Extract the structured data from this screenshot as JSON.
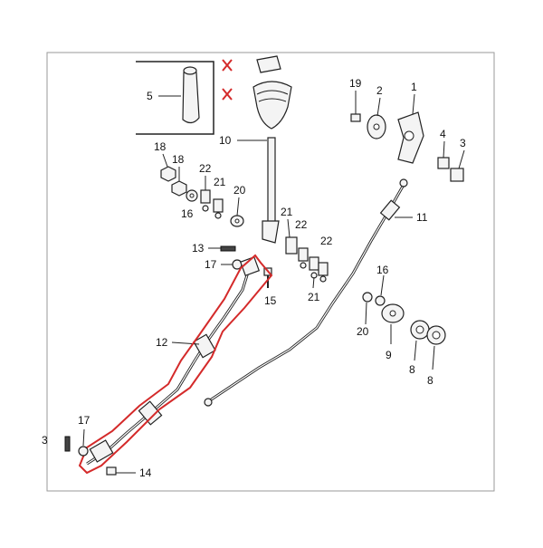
{
  "diagram": {
    "callouts": {
      "c1": "1",
      "c2": "2",
      "c3": "3",
      "c4": "4",
      "c5": "5",
      "c8a": "8",
      "c8b": "8",
      "c9": "9",
      "c10": "10",
      "c11": "11",
      "c12": "12",
      "c13": "13",
      "c14": "14",
      "c15": "15",
      "c16a": "16",
      "c16b": "16",
      "c17a": "17",
      "c17b": "17",
      "c18a": "18",
      "c18b": "18",
      "c19": "19",
      "c20a": "20",
      "c20b": "20",
      "c21a": "21",
      "c21b": "21",
      "c21c": "21",
      "c22a": "22",
      "c22b": "22",
      "c22c": "22",
      "c3edge": "3"
    },
    "colors": {
      "highlight": "#d42a2a",
      "frame": "#9a9a9a",
      "cross_mark": "#d42a2a"
    },
    "icons": [
      "knob-icon",
      "cross-mark-icon",
      "cable-icon",
      "bolt-icon",
      "nut-icon",
      "washer-icon"
    ]
  }
}
